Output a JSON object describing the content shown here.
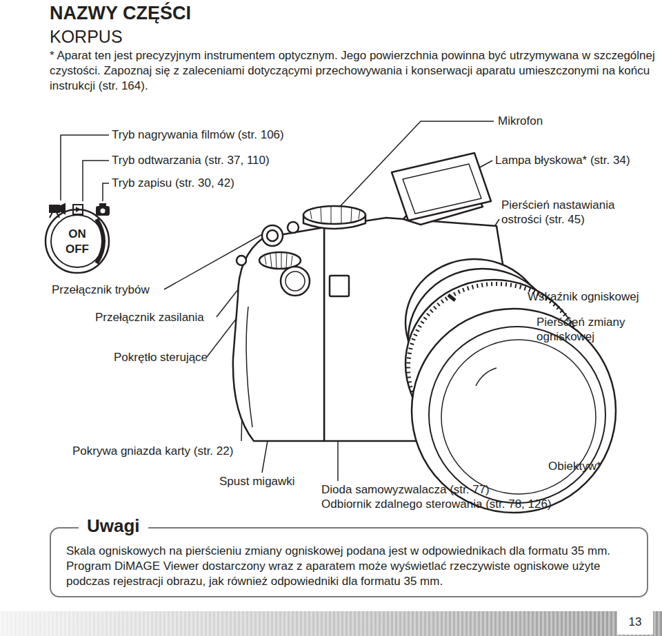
{
  "diagram": {
    "title": "NAZWY CZĘŚCI",
    "nodes": [
      {
        "text": [
          "Uwagi",
          "Skala ogniskowych na pierścieniu zmiany ogniskowej podana jest w odpowiednikach dla formatu 35 mm. Program DiMAGE Viewer dostarczony wraz z aparatem może wyświetlać rzeczywiste ogniskowe użyte podczas rejestracji obrazu, jak również odpowiedniki dla formatu 35 mm."
        ]
      },
      {
        "text": [
          "13"
        ]
      }
    ],
    "labels": [
      "KORPUS",
      "* Aparat ten jest precyzyjnym instrumentem optycznym. Jego powierzchnia powinna być utrzymywana w szczególnej czystości. Zapoznaj się z zaleceniami dotyczącymi przechowywania i konserwacji aparatu umieszczonymi na końcu instrukcji (str. 164).",
      "Tryb nagrywania filmów (str. 106)",
      "Tryb odtwarzania (str. 37, 110)",
      "Tryb zapisu (str. 30, 42)",
      "ON",
      "OFF",
      "Mikrofon",
      "Lampa błyskowa* (str. 34)",
      "Pierścień nastawiania ostrości (str. 45)",
      "Przełącznik trybów",
      "Przełącznik zasilania",
      "Pokrętło sterujące",
      "Wskaźnik ogniskowej",
      "Pierścień zmiany ogniskowej",
      "Pokrywa gniazda karty (str. 22)",
      "Obiektyw*",
      "Spust migawki",
      "Dioda samowyzwalacza (str. 77)",
      "Odbiornik zdalnego sterowania (str. 78, 126)"
    ]
  }
}
